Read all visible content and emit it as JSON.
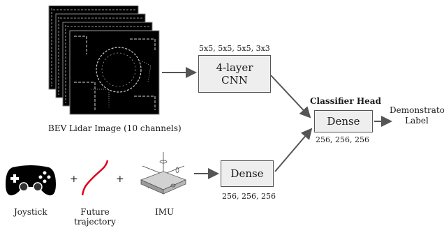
{
  "lidar": {
    "caption": "BEV Lidar Image (10 channels)"
  },
  "cnn": {
    "kernels": "5x5, 5x5, 5x5, 3x3",
    "title_line1": "4-layer",
    "title_line2": "CNN"
  },
  "classifier": {
    "heading": "Classifier Head",
    "box_label": "Dense",
    "sizes": "256, 256, 256"
  },
  "output": {
    "line1": "Demonstrator",
    "line2": "Label"
  },
  "dense_lower": {
    "box_label": "Dense",
    "sizes": "256, 256, 256"
  },
  "inputs": {
    "joystick": "Joystick",
    "trajectory_line1": "Future",
    "trajectory_line2": "trajectory",
    "imu": "IMU",
    "plus": "+"
  },
  "colors": {
    "box_fill": "#eeeeee",
    "box_border": "#555555",
    "arrow": "#555555",
    "trajectory": "#e0001b",
    "lidar_bg": "#000000"
  }
}
